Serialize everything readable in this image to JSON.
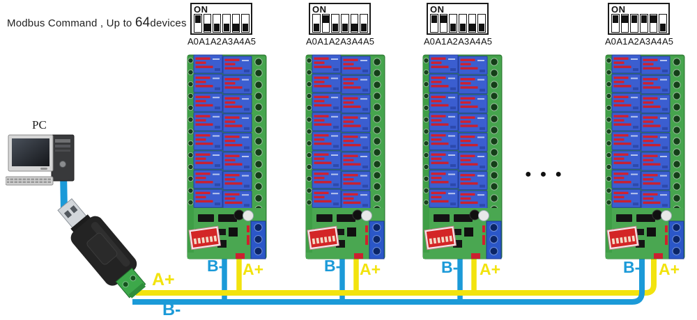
{
  "title": {
    "prefix": "Modbus Command , Up to ",
    "count": "64",
    "suffix": "devices"
  },
  "pc_label": "PC",
  "bus": {
    "a_plus_label": "A+",
    "b_minus_label": "B-"
  },
  "dip_blocks": [
    {
      "on_label": "ON",
      "pins": [
        "A0",
        "A1",
        "A2",
        "A3",
        "A4",
        "A5"
      ],
      "switches_on": [
        true,
        false,
        false,
        false,
        false,
        false
      ]
    },
    {
      "on_label": "ON",
      "pins": [
        "A0",
        "A1",
        "A2",
        "A3",
        "A4",
        "A5"
      ],
      "switches_on": [
        false,
        true,
        false,
        false,
        false,
        false
      ]
    },
    {
      "on_label": "ON",
      "pins": [
        "A0",
        "A1",
        "A2",
        "A3",
        "A4",
        "A5"
      ],
      "switches_on": [
        true,
        true,
        false,
        false,
        false,
        false
      ]
    },
    {
      "on_label": "ON",
      "pins": [
        "A0",
        "A1",
        "A2",
        "A3",
        "A4",
        "A5"
      ],
      "switches_on": [
        true,
        true,
        true,
        true,
        true,
        false
      ]
    }
  ],
  "boards": [
    {
      "b_minus_label": "B-",
      "a_plus_label": "A+"
    },
    {
      "b_minus_label": "B-",
      "a_plus_label": "A+"
    },
    {
      "b_minus_label": "B-",
      "a_plus_label": "A+"
    },
    {
      "b_minus_label": "B-",
      "a_plus_label": "A+"
    }
  ],
  "ellipsis": "●●●",
  "colors": {
    "wire_a_plus": "#F2E30E",
    "wire_b_minus": "#1B9AD8",
    "relay_blue": "#3B5ED0",
    "pcb_green": "#3C9440",
    "dip_red": "#D32526"
  }
}
